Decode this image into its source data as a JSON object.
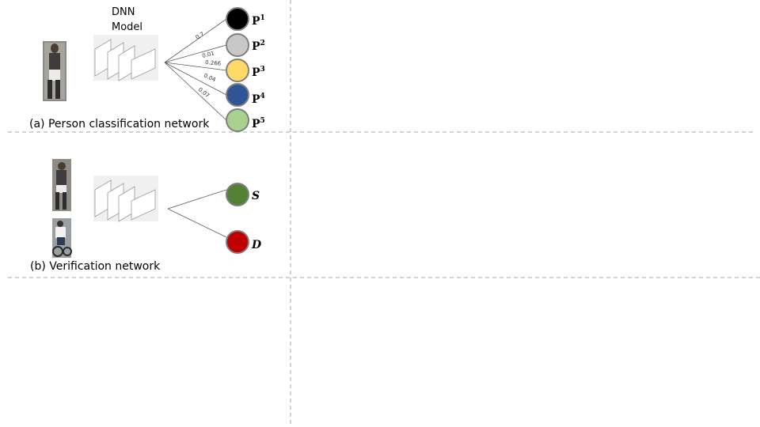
{
  "panel_a": {
    "model_label_line1": "DNN",
    "model_label_line2": "Model",
    "caption": "(a) Person classification network",
    "edge_values": [
      "0.7",
      "0.01",
      "0.266",
      "0.04",
      "0.07"
    ],
    "outputs": [
      {
        "label": "P",
        "sup": "1",
        "color": "#000000"
      },
      {
        "label": "P",
        "sup": "2",
        "color": "#c8c8c8"
      },
      {
        "label": "P",
        "sup": "3",
        "color": "#ffd966"
      },
      {
        "label": "P",
        "sup": "4",
        "color": "#2f5597"
      },
      {
        "label": "P",
        "sup": "5",
        "color": "#a9d18e"
      }
    ]
  },
  "panel_b": {
    "caption": "(b) Verification network",
    "outputs": [
      {
        "label": "S",
        "color": "#548235"
      },
      {
        "label": "D",
        "color": "#c00000"
      }
    ]
  },
  "colors": {
    "divider": "#a6a6a6",
    "node_stroke": "#7f7f7f",
    "line": "#595959"
  }
}
